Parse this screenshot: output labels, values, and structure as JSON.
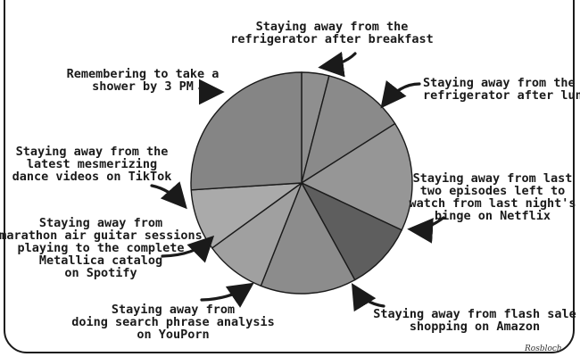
{
  "chart_data": {
    "type": "pie",
    "title": "",
    "slices": [
      {
        "label": "Staying away from the\nrefrigerator after breakfast",
        "value": 4,
        "color": "#8f8f8f"
      },
      {
        "label": "Staying away from the\nrefrigerator after lunch",
        "value": 12,
        "color": "#8a8a8a"
      },
      {
        "label": "Staying away from last\ntwo episodes left to\nwatch from last night's\nbinge on Netflix",
        "value": 16,
        "color": "#969696"
      },
      {
        "label": "Staying away from flash sale\nshopping on Amazon",
        "value": 10,
        "color": "#5e5e5e"
      },
      {
        "label": "Staying away from\ndoing search phrase analysis\non YouPorn",
        "value": 14,
        "color": "#8c8c8c"
      },
      {
        "label": "Staying away from\nmarathon air guitar sessions\nplaying to the complete\nMetallica catalog\non Spotify",
        "value": 9,
        "color": "#a0a0a0"
      },
      {
        "label": "Staying away from the\nlatest mesmerizing\ndance videos on TikTok",
        "value": 9,
        "color": "#aaaaaa"
      },
      {
        "label": "Remembering to take a\nshower by 3 PM",
        "value": 26,
        "color": "#858585"
      }
    ],
    "start_angle_deg": 0,
    "direction": "clockwise",
    "legend": "none"
  },
  "signature": "Rosbloch"
}
